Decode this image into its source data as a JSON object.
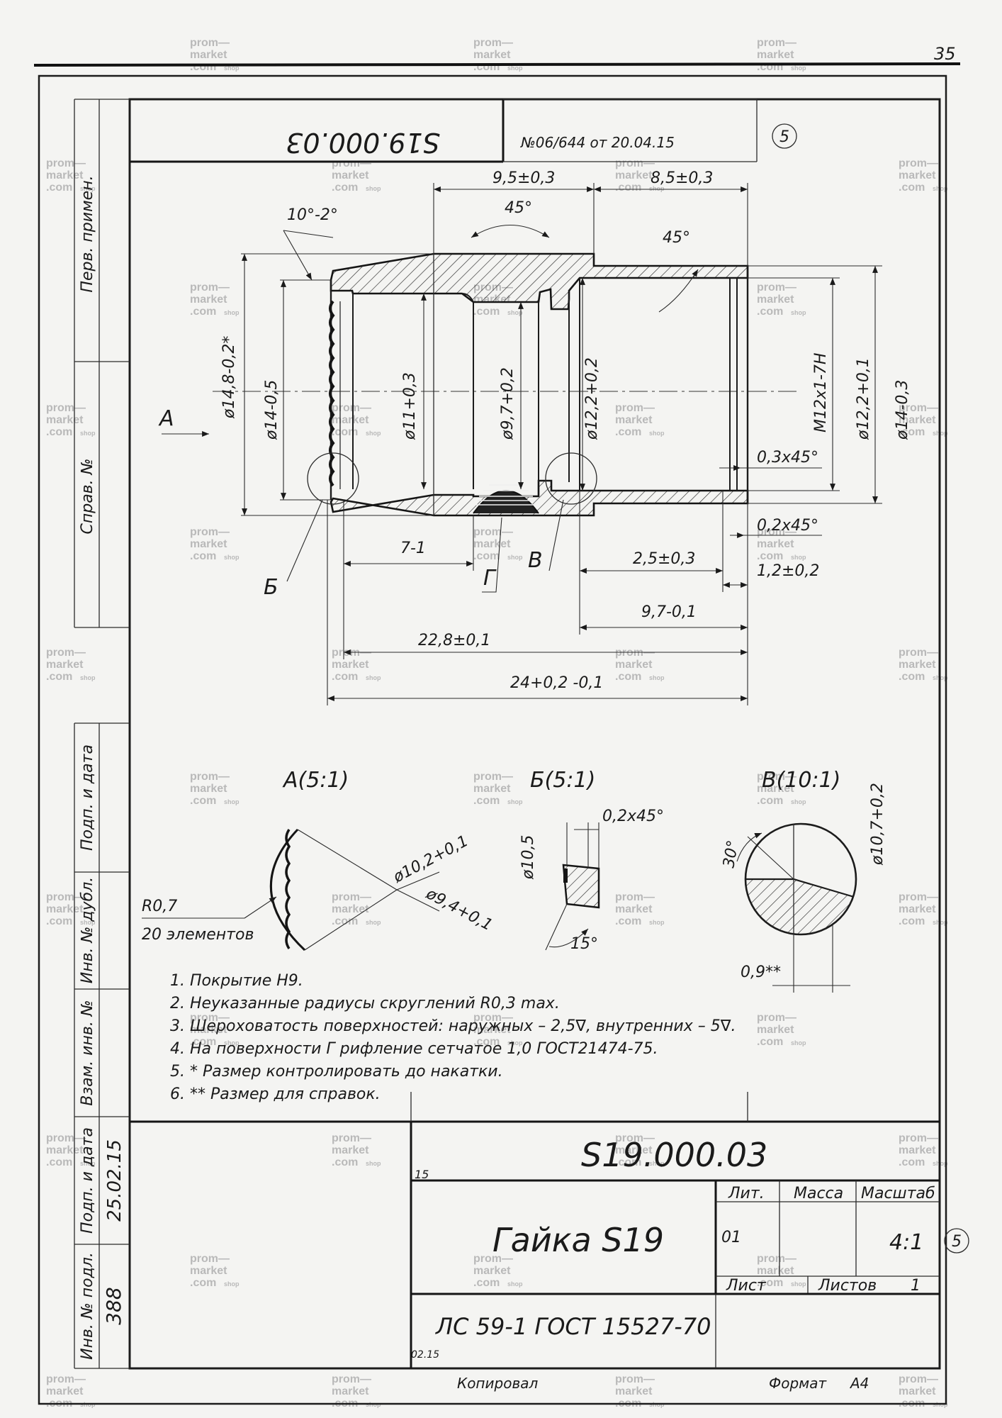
{
  "sheet_number": "35",
  "header_code_rotated": "S19.000.03",
  "registration_stamp": "№06/644 от 20.04.15",
  "revision_mark": "5",
  "side_labels": {
    "perv_primen": "Перв. примен.",
    "sprav_no": "Справ. №",
    "podp_i_data": "Подп. и дата",
    "inv_no_dubl": "Инв. № дубл.",
    "vzam_inv_no": "Взам. инв. №",
    "podp_i_data_2": "Подп. и дата",
    "inv_no_podl": "Инв. № подл.",
    "sign_date_handwritten": "25.02.15",
    "inv_number_handwritten": "388"
  },
  "main_view": {
    "view_arrow_label": "A",
    "dims": {
      "d_9_5": "9,5±0,3",
      "d_8_5": "8,5±0,3",
      "angle_10": "10°-2°",
      "angle_45_top": "45°",
      "angle_45_right": "45°",
      "d_14_8": "ø14,8-0,2*",
      "d_14": "ø14-0,5",
      "d_11": "ø11+0,3",
      "d_9_7": "ø9,7+0,2",
      "d_12_2_inner": "ø12,2+0,2",
      "thread": "M12x1-7H",
      "d_12_2_right": "ø12,2+0,1",
      "d_14_right": "ø14-0,3",
      "chamfer_03": "0,3x45°",
      "chamfer_02": "0,2x45°",
      "d_1_2": "1,2±0,2",
      "d_2_5": "2,5±0,3",
      "d_7": "7-1",
      "d_9_7_len": "9,7-0,1",
      "d_22_8": "22,8±0,1",
      "d_24": "24+0,2 -0,1"
    },
    "callouts": {
      "b": "Б",
      "v": "В",
      "g": "Г"
    }
  },
  "details": {
    "a": {
      "title": "А(5:1)",
      "r": "R0,7",
      "count": "20 элементов",
      "d1": "ø10,2+0,1",
      "d2": "ø9,4+0,1"
    },
    "b": {
      "title": "Б(5:1)",
      "chamfer": "0,2x45°",
      "d": "ø10,5",
      "angle": "15°"
    },
    "v": {
      "title": "В(10:1)",
      "angle": "30°",
      "d": "ø10,7+0,2",
      "ref": "0,9**"
    }
  },
  "notes": [
    "1. Покрытие Н9.",
    "2. Неуказанные радиусы скруглений R0,3 max.",
    "3. Шероховатость поверхностей: наружных – 2,5∇, внутренних – 5∇.",
    "4. На поверхности Г рифление сетчатое 1,0 ГОСТ21474-75.",
    "5. * Размер контролировать до накатки.",
    "6. ** Размер для справок."
  ],
  "title_block": {
    "code": "S19.000.03",
    "name": "Гайка S19",
    "lit_header": "Лит.",
    "mass_header": "Масса",
    "scale_header": "Масштаб",
    "lit_value": "01",
    "scale_value": "4:1",
    "sheet_label": "Лист",
    "sheets_label": "Листов",
    "sheets_value": "1",
    "material": "ЛС 59-1 ГОСТ 15527-70",
    "small_mark": "15",
    "date_mark": "02.15",
    "copied_label": "Копировал",
    "format_label": "Формат",
    "format_value": "A4"
  },
  "watermark": {
    "line1": "prom—",
    "line2": "market",
    "line3": ".com",
    "suffix": "shop"
  }
}
